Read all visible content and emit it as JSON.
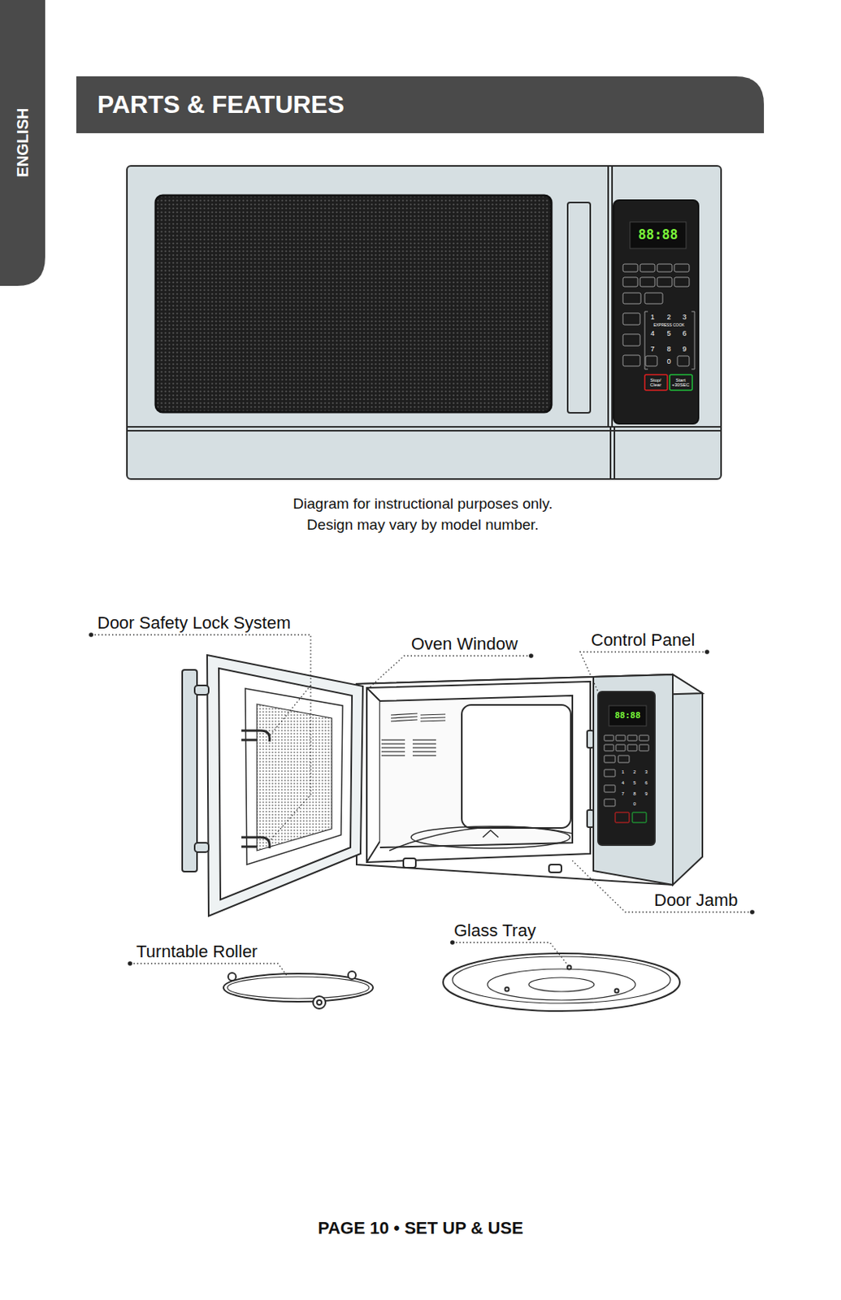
{
  "diagram": {
    "title": "PARTS & FEATURES",
    "caption": "Diagram for instructional purposes only. Design may vary by model number.",
    "labels": [
      "ENGLISH",
      "Door Safety Lock System",
      "Oven Window",
      "Control Panel",
      "Door Jamb",
      "Glass Tray",
      "Turntable Roller",
      "PAGE 10 • SET UP & USE",
      "88:88",
      "1",
      "2",
      "3",
      "4",
      "5",
      "6",
      "7",
      "8",
      "9",
      "0",
      "EXPRESS COOK",
      "Stop/ Clear",
      "Start +30SEC",
      "88:88",
      "1",
      "2",
      "3",
      "4",
      "5",
      "6",
      "7",
      "8",
      "9",
      "0"
    ]
  }
}
